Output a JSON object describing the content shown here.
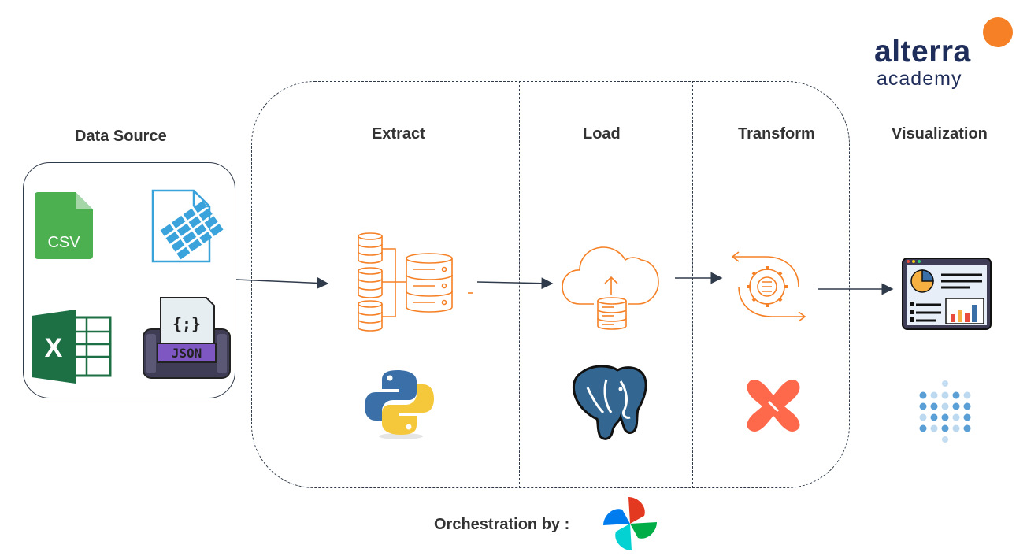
{
  "logo": {
    "main": "alterra",
    "sub": "academy"
  },
  "headings": {
    "data_source": "Data Source",
    "extract": "Extract",
    "load": "Load",
    "transform": "Transform",
    "visualization": "Visualization"
  },
  "sources": {
    "csv_label": "CSV",
    "excel_label": "X",
    "json_label": "JSON",
    "json_braces": "{;}"
  },
  "orchestration": "Orchestration by :",
  "colors": {
    "accent": "#f58025",
    "outline": "#2f3a4a",
    "brand": "#1f2d5a"
  }
}
